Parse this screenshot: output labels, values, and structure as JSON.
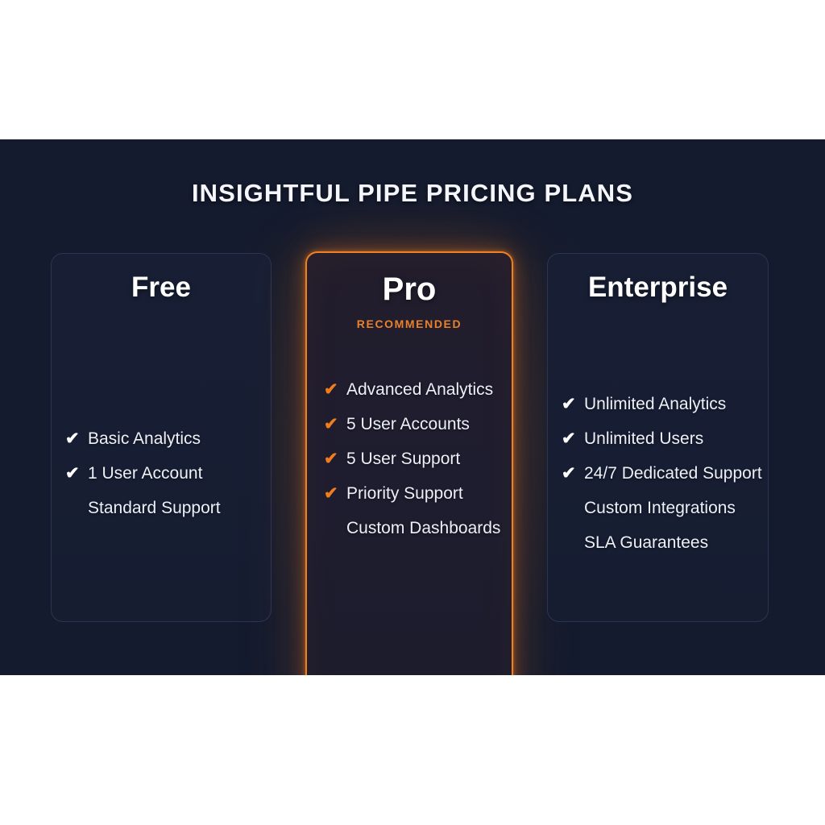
{
  "section": {
    "title": "INSIGHTFUL PIPE PRICING PLANS",
    "background_color": "#141b2e",
    "accent_color": "#f07c1e"
  },
  "plans": [
    {
      "id": "free",
      "name": "Free",
      "badge": null,
      "features": [
        {
          "label": "Basic Analytics",
          "check": "white"
        },
        {
          "label": "1 User Account",
          "check": "white"
        },
        {
          "label": "Standard Support",
          "check": "none"
        }
      ]
    },
    {
      "id": "pro",
      "name": "Pro",
      "badge": "RECOMMENDED",
      "features": [
        {
          "label": "Advanced Analytics",
          "check": "orange"
        },
        {
          "label": "5 User Accounts",
          "check": "orange"
        },
        {
          "label": "5 User Support",
          "check": "orange"
        },
        {
          "label": "Priority Support",
          "check": "orange"
        },
        {
          "label": "Custom Dashboards",
          "check": "none"
        }
      ]
    },
    {
      "id": "enterprise",
      "name": "Enterprise",
      "badge": null,
      "features": [
        {
          "label": "Unlimited Analytics",
          "check": "white"
        },
        {
          "label": "Unlimited Users",
          "check": "white"
        },
        {
          "label": "24/7 Dedicated Support",
          "check": "white"
        },
        {
          "label": "Custom Integrations",
          "check": "none"
        },
        {
          "label": "SLA Guarantees",
          "check": "none"
        }
      ]
    }
  ],
  "icons": {
    "check_glyph": "✔"
  }
}
